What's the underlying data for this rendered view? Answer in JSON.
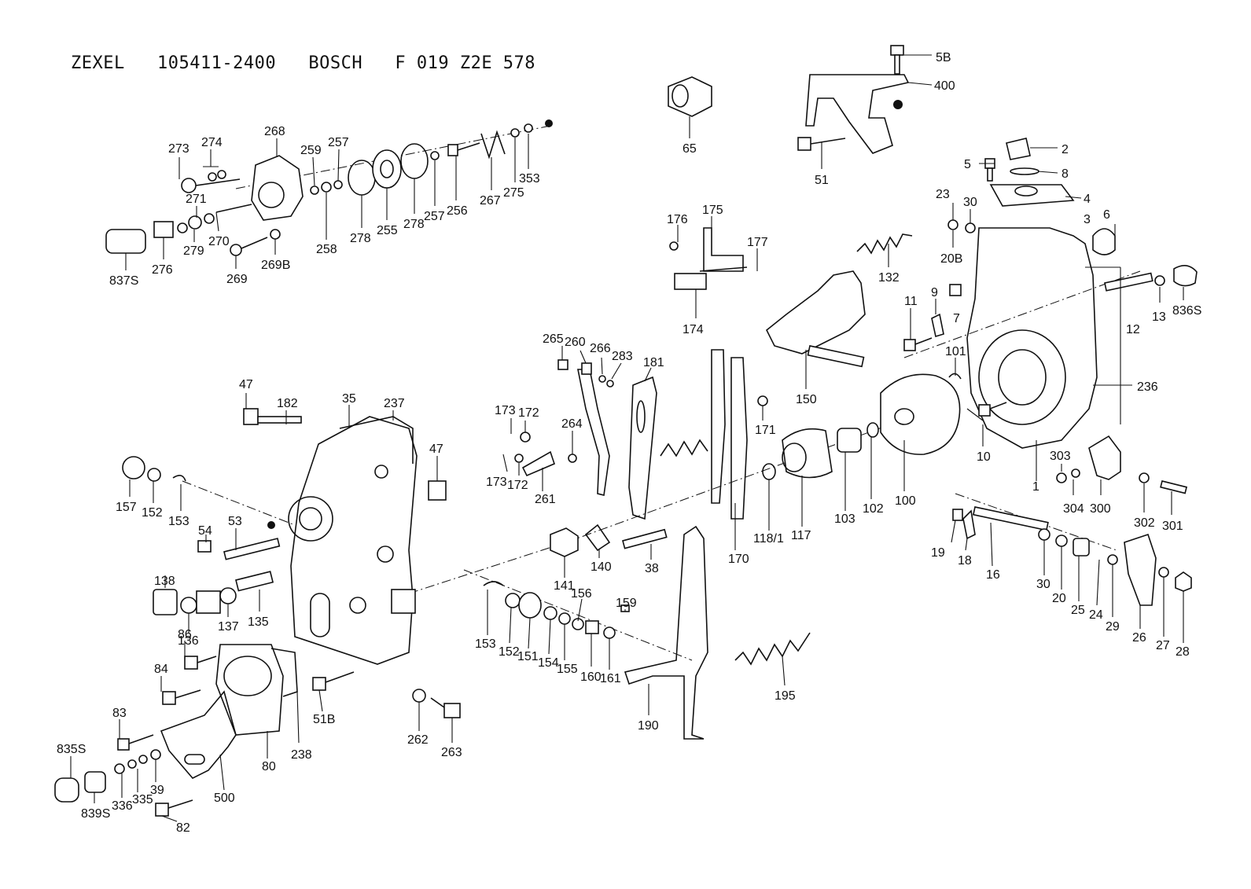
{
  "diagram": {
    "header": "ZEXEL   105411-2400   BOSCH   F 019 Z2E 578",
    "labels": [
      {
        "id": "l-5B",
        "text": "5B"
      },
      {
        "id": "l-400",
        "text": "400"
      },
      {
        "id": "l-65",
        "text": "65"
      },
      {
        "id": "l-51",
        "text": "51"
      },
      {
        "id": "l-2",
        "text": "2"
      },
      {
        "id": "l-5",
        "text": "5"
      },
      {
        "id": "l-8",
        "text": "8"
      },
      {
        "id": "l-4",
        "text": "4"
      },
      {
        "id": "l-3",
        "text": "3"
      },
      {
        "id": "l-6",
        "text": "6"
      },
      {
        "id": "l-23",
        "text": "23"
      },
      {
        "id": "l-30a",
        "text": "30"
      },
      {
        "id": "l-20B",
        "text": "20B"
      },
      {
        "id": "l-273",
        "text": "273"
      },
      {
        "id": "l-274",
        "text": "274"
      },
      {
        "id": "l-268",
        "text": "268"
      },
      {
        "id": "l-259",
        "text": "259"
      },
      {
        "id": "l-257a",
        "text": "257"
      },
      {
        "id": "l-271",
        "text": "271"
      },
      {
        "id": "l-279",
        "text": "279"
      },
      {
        "id": "l-270",
        "text": "270"
      },
      {
        "id": "l-276",
        "text": "276"
      },
      {
        "id": "l-837S",
        "text": "837S"
      },
      {
        "id": "l-269",
        "text": "269"
      },
      {
        "id": "l-269B",
        "text": "269B"
      },
      {
        "id": "l-258",
        "text": "258"
      },
      {
        "id": "l-278a",
        "text": "278"
      },
      {
        "id": "l-255",
        "text": "255"
      },
      {
        "id": "l-278b",
        "text": "278"
      },
      {
        "id": "l-257b",
        "text": "257"
      },
      {
        "id": "l-256",
        "text": "256"
      },
      {
        "id": "l-267",
        "text": "267"
      },
      {
        "id": "l-275",
        "text": "275"
      },
      {
        "id": "l-353",
        "text": "353"
      },
      {
        "id": "l-176",
        "text": "176"
      },
      {
        "id": "l-175",
        "text": "175"
      },
      {
        "id": "l-177",
        "text": "177"
      },
      {
        "id": "l-174",
        "text": "174"
      },
      {
        "id": "l-132",
        "text": "132"
      },
      {
        "id": "l-150",
        "text": "150"
      },
      {
        "id": "l-11",
        "text": "11"
      },
      {
        "id": "l-9",
        "text": "9"
      },
      {
        "id": "l-7",
        "text": "7"
      },
      {
        "id": "l-12",
        "text": "12"
      },
      {
        "id": "l-13",
        "text": "13"
      },
      {
        "id": "l-836S",
        "text": "836S"
      },
      {
        "id": "l-101",
        "text": "101"
      },
      {
        "id": "l-236",
        "text": "236"
      },
      {
        "id": "l-10",
        "text": "10"
      },
      {
        "id": "l-1",
        "text": "1"
      },
      {
        "id": "l-303",
        "text": "303"
      },
      {
        "id": "l-304",
        "text": "304"
      },
      {
        "id": "l-300",
        "text": "300"
      },
      {
        "id": "l-302",
        "text": "302"
      },
      {
        "id": "l-301",
        "text": "301"
      },
      {
        "id": "l-265",
        "text": "265"
      },
      {
        "id": "l-260",
        "text": "260"
      },
      {
        "id": "l-266",
        "text": "266"
      },
      {
        "id": "l-283",
        "text": "283"
      },
      {
        "id": "l-181",
        "text": "181"
      },
      {
        "id": "l-173a",
        "text": "173"
      },
      {
        "id": "l-172a",
        "text": "172"
      },
      {
        "id": "l-264",
        "text": "264"
      },
      {
        "id": "l-173b",
        "text": "173"
      },
      {
        "id": "l-172b",
        "text": "172"
      },
      {
        "id": "l-261",
        "text": "261"
      },
      {
        "id": "l-171",
        "text": "171"
      },
      {
        "id": "l-47a",
        "text": "47"
      },
      {
        "id": "l-182",
        "text": "182"
      },
      {
        "id": "l-35",
        "text": "35"
      },
      {
        "id": "l-237",
        "text": "237"
      },
      {
        "id": "l-47b",
        "text": "47"
      },
      {
        "id": "l-157",
        "text": "157"
      },
      {
        "id": "l-152a",
        "text": "152"
      },
      {
        "id": "l-153a",
        "text": "153"
      },
      {
        "id": "l-54",
        "text": "54"
      },
      {
        "id": "l-53",
        "text": "53"
      },
      {
        "id": "l-138",
        "text": "138"
      },
      {
        "id": "l-136",
        "text": "136"
      },
      {
        "id": "l-137",
        "text": "137"
      },
      {
        "id": "l-135",
        "text": "135"
      },
      {
        "id": "l-86",
        "text": "86"
      },
      {
        "id": "l-84",
        "text": "84"
      },
      {
        "id": "l-83",
        "text": "83"
      },
      {
        "id": "l-835S",
        "text": "835S"
      },
      {
        "id": "l-839S",
        "text": "839S"
      },
      {
        "id": "l-336",
        "text": "336"
      },
      {
        "id": "l-335",
        "text": "335"
      },
      {
        "id": "l-39",
        "text": "39"
      },
      {
        "id": "l-82",
        "text": "82"
      },
      {
        "id": "l-500",
        "text": "500"
      },
      {
        "id": "l-80",
        "text": "80"
      },
      {
        "id": "l-238",
        "text": "238"
      },
      {
        "id": "l-51B",
        "text": "51B"
      },
      {
        "id": "l-262",
        "text": "262"
      },
      {
        "id": "l-263",
        "text": "263"
      },
      {
        "id": "l-141",
        "text": "141"
      },
      {
        "id": "l-140",
        "text": "140"
      },
      {
        "id": "l-38",
        "text": "38"
      },
      {
        "id": "l-170",
        "text": "170"
      },
      {
        "id": "l-118/1",
        "text": "118/1"
      },
      {
        "id": "l-117",
        "text": "117"
      },
      {
        "id": "l-103",
        "text": "103"
      },
      {
        "id": "l-102",
        "text": "102"
      },
      {
        "id": "l-100",
        "text": "100"
      },
      {
        "id": "l-153b",
        "text": "153"
      },
      {
        "id": "l-152b",
        "text": "152"
      },
      {
        "id": "l-151",
        "text": "151"
      },
      {
        "id": "l-154",
        "text": "154"
      },
      {
        "id": "l-156",
        "text": "156"
      },
      {
        "id": "l-155",
        "text": "155"
      },
      {
        "id": "l-160",
        "text": "160"
      },
      {
        "id": "l-159",
        "text": "159"
      },
      {
        "id": "l-161",
        "text": "161"
      },
      {
        "id": "l-190",
        "text": "190"
      },
      {
        "id": "l-195",
        "text": "195"
      },
      {
        "id": "l-19",
        "text": "19"
      },
      {
        "id": "l-18",
        "text": "18"
      },
      {
        "id": "l-16",
        "text": "16"
      },
      {
        "id": "l-30b",
        "text": "30"
      },
      {
        "id": "l-20",
        "text": "20"
      },
      {
        "id": "l-25",
        "text": "25"
      },
      {
        "id": "l-24",
        "text": "24"
      },
      {
        "id": "l-29",
        "text": "29"
      },
      {
        "id": "l-26",
        "text": "26"
      },
      {
        "id": "l-27",
        "text": "27"
      },
      {
        "id": "l-28",
        "text": "28"
      }
    ]
  }
}
